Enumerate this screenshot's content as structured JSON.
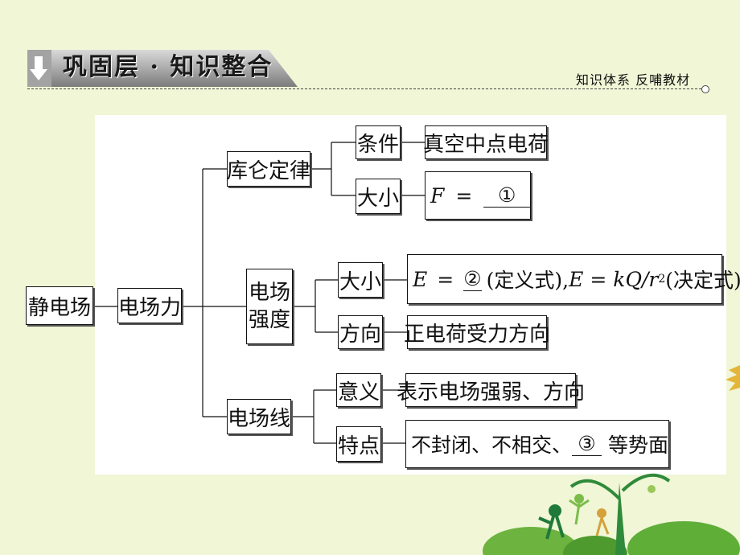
{
  "header": {
    "title": "巩固层 · 知识整合",
    "right_label": "知识体系 反哺教材"
  },
  "diagram": {
    "root": "静电场",
    "level1": "电场力",
    "coulomb": {
      "label": "库仑定律",
      "condition_label": "条件",
      "condition_value": "真空中点电荷",
      "magnitude_label": "大小",
      "formula_var": "F",
      "formula_eq": "=",
      "blank": "①"
    },
    "field_strength": {
      "label_line1": "电场",
      "label_line2": "强度",
      "magnitude_label": "大小",
      "formula_var": "E",
      "formula_eq": "=",
      "blank": "②",
      "def_note": "(定义式),",
      "formula2_var": "E",
      "formula2_eq": "=",
      "formula2_expr": "kQ/r",
      "formula2_exp": "2",
      "decide_note": "(决定式)",
      "direction_label": "方向",
      "direction_value": "正电荷受力方向"
    },
    "field_lines": {
      "label": "电场线",
      "meaning_label": "意义",
      "meaning_value": "表示电场强弱、方向",
      "feature_label": "特点",
      "feature_prefix": "不封闭、不相交、",
      "blank": "③",
      "feature_suffix": "等势面"
    }
  },
  "colors": {
    "background": "#f0f6d6",
    "title_band": "#9a9a9a",
    "plant_green": "#3f9a2e"
  }
}
